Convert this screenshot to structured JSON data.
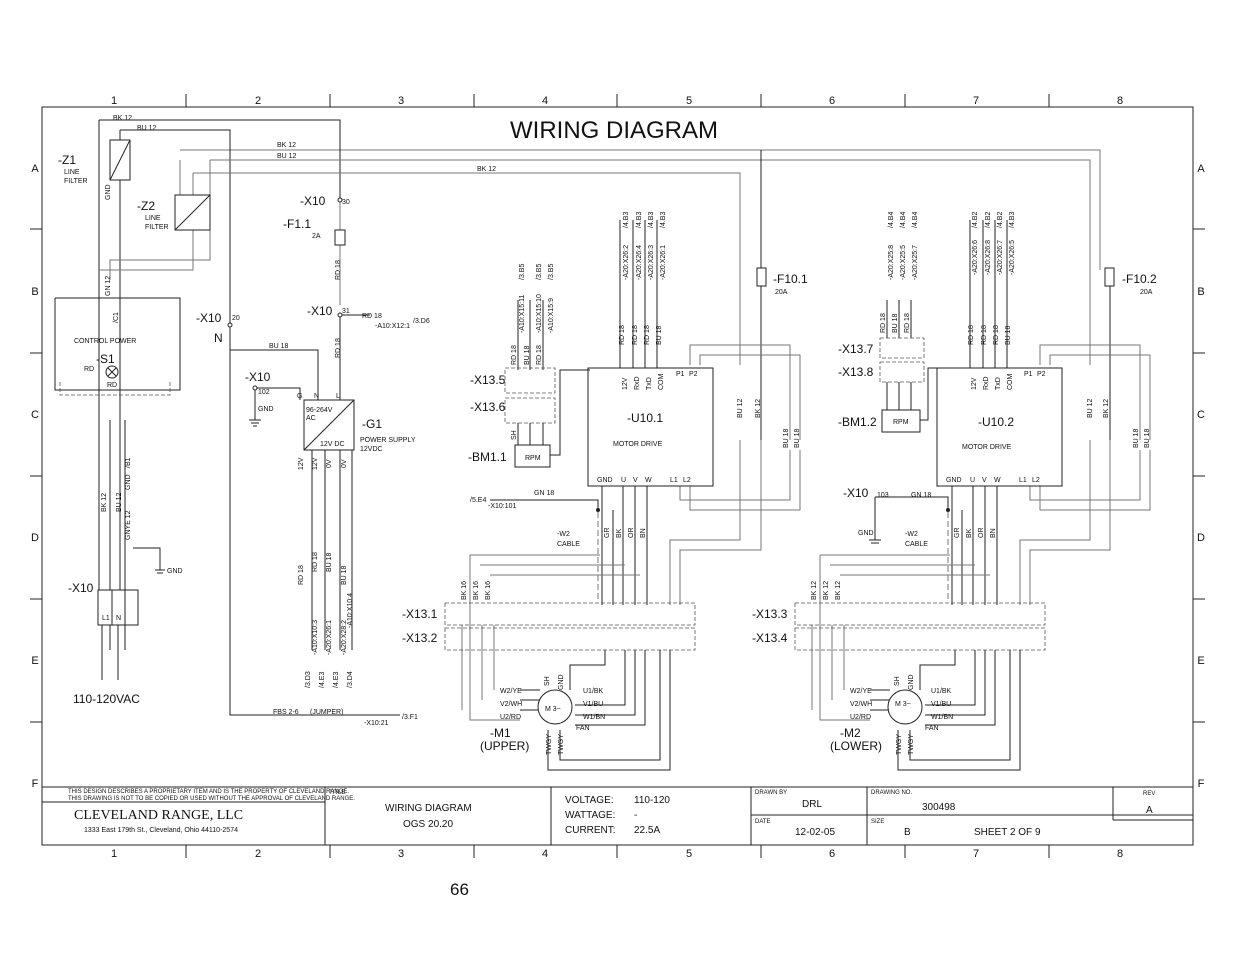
{
  "title": "WIRING DIAGRAM",
  "page_number": "66",
  "columns": [
    "1",
    "2",
    "3",
    "4",
    "5",
    "6",
    "7",
    "8"
  ],
  "rows": [
    "A",
    "B",
    "C",
    "D",
    "E",
    "F"
  ],
  "left_section": {
    "z1": "-Z1",
    "z1_desc1": "LINE",
    "z1_desc2": "FILTER",
    "z2": "-Z2",
    "z2_desc1": "LINE",
    "z2_desc2": "FILTER",
    "bk12": "BK 12",
    "bu12": "BU 12",
    "gn12": "GN 12",
    "gnd": "GND",
    "l": "L",
    "n": "N",
    "c1": "/C1",
    "control_power": "CONTROL POWER",
    "s1": "-S1",
    "rd": "RD",
    "x10": "-X10",
    "n_label": "N",
    "term20": "20",
    "x10_b": "-X10",
    "term102": "102",
    "g": "G",
    "x10_top": "-X10",
    "term30": "30",
    "f11": "-F1.1",
    "f11_rating": "2A",
    "rd18": "RD 18",
    "x10_c": "-X10",
    "term31": "31",
    "a20_ref": "-A10:X12:1",
    "d6_ref": "/3.D6",
    "bu18": "BU 18",
    "psu_in": "96-264V",
    "psu_ac": "AC",
    "psu_out": "12V DC",
    "g1": "-G1",
    "psu_desc1": "POWER SUPPLY",
    "psu_desc2": "12VDC",
    "v12": "12V",
    "v0": "0V",
    "b1": "/B1",
    "gnye": "GNYE 12",
    "x10_d": "-X10",
    "l1": "L1",
    "voltage_label": "110-120VAC",
    "fbs": "FBS 2-6",
    "jumper": "(JUMPER)",
    "x10_21": "-X10:21",
    "f1_ref": "/3.F1",
    "ref_d3": "/3.D3",
    "ref_e3": "/4.E3",
    "ref_e3b": "/4.E3",
    "ref_d4": "/3.D4",
    "a10x103": "-A10:X10:3",
    "a20x261": "-A20:X26:1",
    "a20x282": "-A20:X28:2",
    "a10x104": "-A10:X10:4"
  },
  "upper": {
    "u10": "-U10.1",
    "drive_label": "MOTOR DRIVE",
    "f10": "-F10.1",
    "f10_rating": "20A",
    "x135": "-X13.5",
    "x136": "-X13.6",
    "bm": "-BM1.1",
    "rpm": "RPM",
    "x131": "-X13.1",
    "x132": "-X13.2",
    "m": "-M1",
    "m_desc": "(UPPER)",
    "w2": "-W2",
    "cable": "CABLE",
    "e4_ref": "/5.E4",
    "x10_101": "-X10:101",
    "gn18": "GN 18",
    "sig_refs": [
      "-A20:X26:2",
      "-A20:X26:4",
      "-A20:X26:3",
      "-A20:X26:1"
    ],
    "b3_refs": [
      "/4.B3",
      "/4.B3",
      "/4.B3",
      "/4.B3"
    ],
    "rpm_refs": [
      "-A10:X15:11",
      "-A10:X15:10",
      "-A10:X15:9"
    ],
    "b5_refs": [
      "/3.B5",
      "/3.B5",
      "/3.B5"
    ]
  },
  "lower": {
    "u10": "-U10.2",
    "drive_label": "MOTOR DRIVE",
    "f10": "-F10.2",
    "f10_rating": "20A",
    "x137": "-X13.7",
    "x138": "-X13.8",
    "bm": "-BM1.2",
    "rpm": "RPM",
    "x133": "-X13.3",
    "x134": "-X13.4",
    "m": "-M2",
    "m_desc": "(LOWER)",
    "w2": "-W2",
    "cable": "CABLE",
    "x10": "-X10",
    "term103": "103",
    "gn18": "GN 18",
    "gnd": "GND",
    "sig_refs": [
      "-A20:X26:6",
      "-A20:X26:8",
      "-A20:X26:7",
      "-A20:X26:5"
    ],
    "b2_refs": [
      "/4.B2",
      "/4.B2",
      "/4.B2",
      "/4.B3"
    ],
    "rpm_refs": [
      "-A20:X25:8",
      "-A20:X25:5",
      "-A20:X25:7"
    ],
    "b4_refs": [
      "/4.B4",
      "/4.B4",
      "/4.B4"
    ]
  },
  "drive_terms_top": [
    "12V",
    "RxD",
    "TxD",
    "COM",
    "P1",
    "P2"
  ],
  "drive_terms_bottom": [
    "GND",
    "U",
    "V",
    "W",
    "L1",
    "L2"
  ],
  "motor_labels": {
    "w2ye": "W2/YE",
    "v2wh": "V2/WH",
    "u2rd": "U2/RD",
    "u1bk": "U1/BK",
    "v1bu": "V1/BU",
    "w1bn": "W1/BN",
    "fan": "FAN",
    "sh": "SH",
    "m3": "M  3~",
    "twgy": "TWGY"
  },
  "wire_colors": [
    "GR",
    "BK",
    "OR",
    "BN"
  ],
  "bk16": "BK 16",
  "title_block": {
    "notice1": "THIS DESIGN DESCRIBES A PROPRIETARY ITEM AND IS THE PROPERTY OF CLEVELAND RANGE.",
    "notice2": "THIS DRAWING IS NOT TO BE COPIED OR USED WITHOUT THE APPROVAL OF CLEVELAND RANGE.",
    "company": "CLEVELAND RANGE, LLC",
    "address": "1333 East 179th St., Cleveland, Ohio 44110-2574",
    "title_label": "TITLE",
    "title1": "WIRING DIAGRAM",
    "title2": "OGS 20.20",
    "voltage_label": "VOLTAGE:",
    "voltage": "110-120",
    "wattage_label": "WATTAGE:",
    "wattage": "-",
    "current_label": "CURRENT:",
    "current": "22.5A",
    "drawn_by_label": "DRAWN BY",
    "drawn_by": "DRL",
    "drawing_no_label": "DRAWING NO.",
    "drawing_no": "300498",
    "rev_label": "REV",
    "rev": "A",
    "date_label": "DATE",
    "date": "12-02-05",
    "size_label": "SIZE",
    "size": "B",
    "sheet": "SHEET  2    OF   9"
  }
}
